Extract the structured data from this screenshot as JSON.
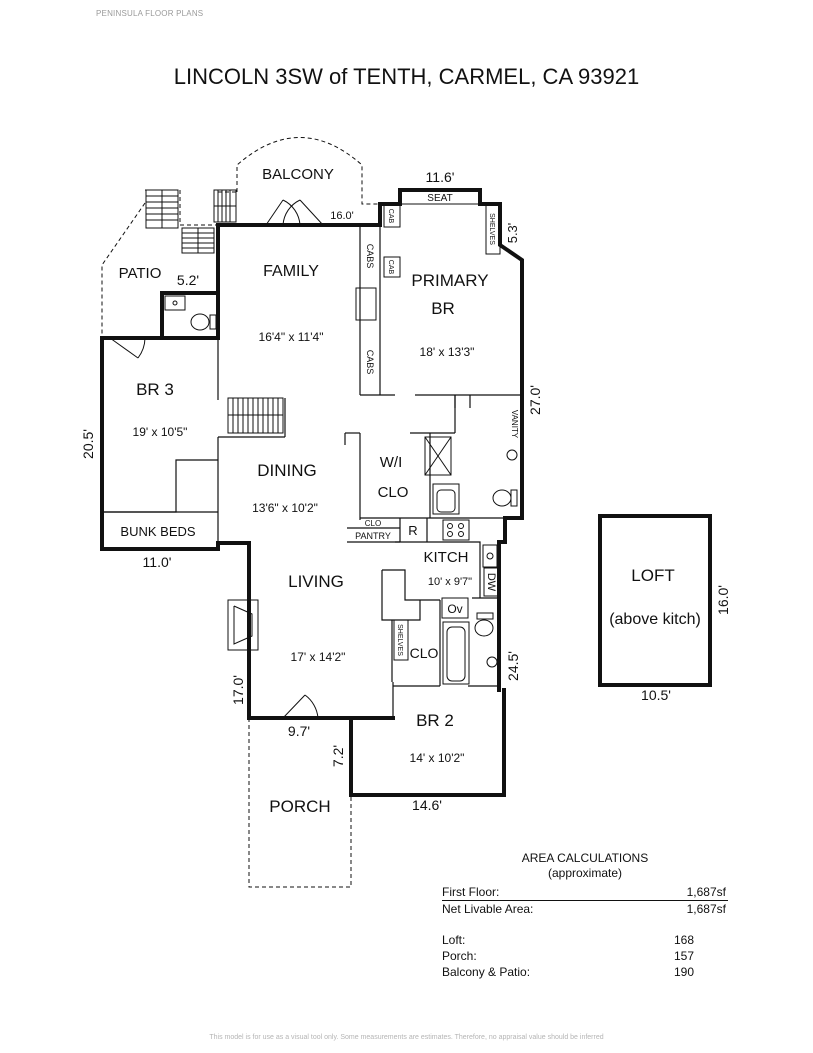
{
  "brand": "PENINSULA FLOOR PLANS",
  "title": "LINCOLN 3SW of TENTH, CARMEL, CA 93921",
  "rooms": {
    "balcony": "BALCONY",
    "patio": "PATIO",
    "family": {
      "name": "FAMILY",
      "size": "16'4\" x 11'4\""
    },
    "primary": {
      "name1": "PRIMARY",
      "name2": "BR",
      "size": "18' x 13'3\""
    },
    "br3": {
      "name": "BR 3",
      "size": "19' x 10'5\""
    },
    "bunk": "BUNK BEDS",
    "dining": {
      "name": "DINING",
      "size": "13'6\" x 10'2\""
    },
    "wic": {
      "name1": "W/I",
      "name2": "CLO"
    },
    "clo_small": "CLO",
    "pantry": "PANTRY",
    "fridge": "R",
    "kitchen": {
      "name": "KITCH",
      "size": "10' x 9'7\""
    },
    "dw": "DW",
    "oven": "Ov",
    "living": {
      "name": "LIVING",
      "size": "17' x 14'2\""
    },
    "clo2": "CLO",
    "shelves": "SHELVES",
    "br2": {
      "name": "BR 2",
      "size": "14' x 10'2\""
    },
    "porch": "PORCH",
    "loft": {
      "name": "LOFT",
      "note": "(above kitch)"
    },
    "seat": "SEAT",
    "cabs": "CABS",
    "cab": "CAB",
    "vanity": "VANITY"
  },
  "dims": {
    "d_11_6": "11.6'",
    "d_16_0a": "16.0'",
    "d_5_3": "5.3'",
    "d_5_2": "5.2'",
    "d_27_0": "27.0'",
    "d_20_5": "20.5'",
    "d_11_0": "11.0'",
    "d_16_0b": "16.0'",
    "d_10_5": "10.5'",
    "d_17_0": "17.0'",
    "d_9_7": "9.7'",
    "d_7_2": "7.2'",
    "d_24_5": "24.5'",
    "d_14_6": "14.6'"
  },
  "area": {
    "heading": "AREA CALCULATIONS",
    "sub": "(approximate)",
    "rows": [
      {
        "label": "First Floor:",
        "value": "1,687sf"
      },
      {
        "label": "Net Livable Area:",
        "value": "1,687sf"
      }
    ],
    "extra": [
      {
        "label": "Loft:",
        "value": "168"
      },
      {
        "label": "Porch:",
        "value": "157"
      },
      {
        "label": "Balcony & Patio:",
        "value": "190"
      }
    ]
  },
  "footer": "This model is for use as a visual tool only. Some measurements are estimates. Therefore, no appraisal value should be inferred"
}
